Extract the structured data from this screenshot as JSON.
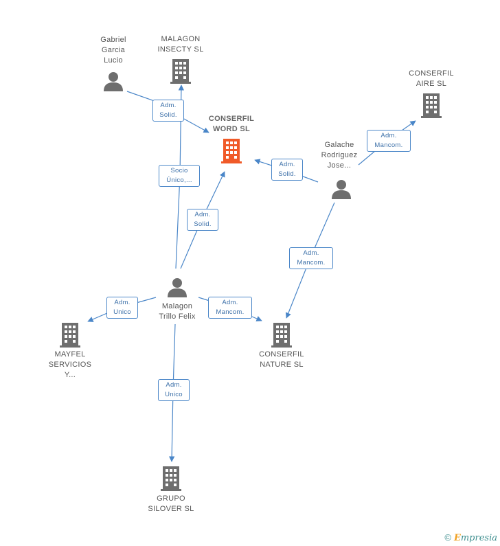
{
  "colors": {
    "edge": "#4a86c8",
    "icon": "#6e6e6e",
    "main_company": "#f05a28"
  },
  "nodes": {
    "gabriel": {
      "label_lines": [
        "Gabriel",
        "Garcia",
        "Lucio"
      ],
      "icon": "person-icon"
    },
    "malagon_insecty": {
      "label_lines": [
        "MALAGON",
        "INSECTY SL"
      ],
      "icon": "building-icon"
    },
    "conserfil_word": {
      "label_lines": [
        "CONSERFIL",
        "WORD  SL"
      ],
      "icon": "building-icon"
    },
    "conserfil_aire": {
      "label_lines": [
        "CONSERFIL",
        "AIRE SL"
      ],
      "icon": "building-icon"
    },
    "galache": {
      "label_lines": [
        "Galache",
        "Rodriguez",
        "Jose..."
      ],
      "icon": "person-icon"
    },
    "malagon_trillo": {
      "label_lines": [
        "Malagon",
        "Trillo Felix"
      ],
      "icon": "person-icon"
    },
    "mayfel": {
      "label_lines": [
        "MAYFEL",
        "SERVICIOS",
        "Y..."
      ],
      "icon": "building-icon"
    },
    "conserfil_nature": {
      "label_lines": [
        "CONSERFIL",
        "NATURE SL"
      ],
      "icon": "building-icon"
    },
    "grupo_silover": {
      "label_lines": [
        "GRUPO",
        "SILOVER  SL"
      ],
      "icon": "building-icon"
    }
  },
  "edges": [
    {
      "id": "gabriel-word",
      "label_lines": [
        "Adm.",
        "Solid."
      ]
    },
    {
      "id": "trillo-insecty",
      "label_lines": [
        "Socio",
        "Único,..."
      ]
    },
    {
      "id": "trillo-word",
      "label_lines": [
        "Adm.",
        "Solid."
      ]
    },
    {
      "id": "galache-word",
      "label_lines": [
        "Adm.",
        "Solid."
      ]
    },
    {
      "id": "galache-aire",
      "label_lines": [
        "Adm.",
        "Mancom."
      ]
    },
    {
      "id": "galache-nature",
      "label_lines": [
        "Adm.",
        "Mancom."
      ]
    },
    {
      "id": "trillo-mayfel",
      "label_lines": [
        "Adm.",
        "Unico"
      ]
    },
    {
      "id": "trillo-nature",
      "label_lines": [
        "Adm.",
        "Mancom."
      ]
    },
    {
      "id": "trillo-silover",
      "label_lines": [
        "Adm.",
        "Unico"
      ]
    }
  ],
  "footer": {
    "copyright_symbol": "©",
    "brand_first": "E",
    "brand_rest": "mpresia"
  }
}
